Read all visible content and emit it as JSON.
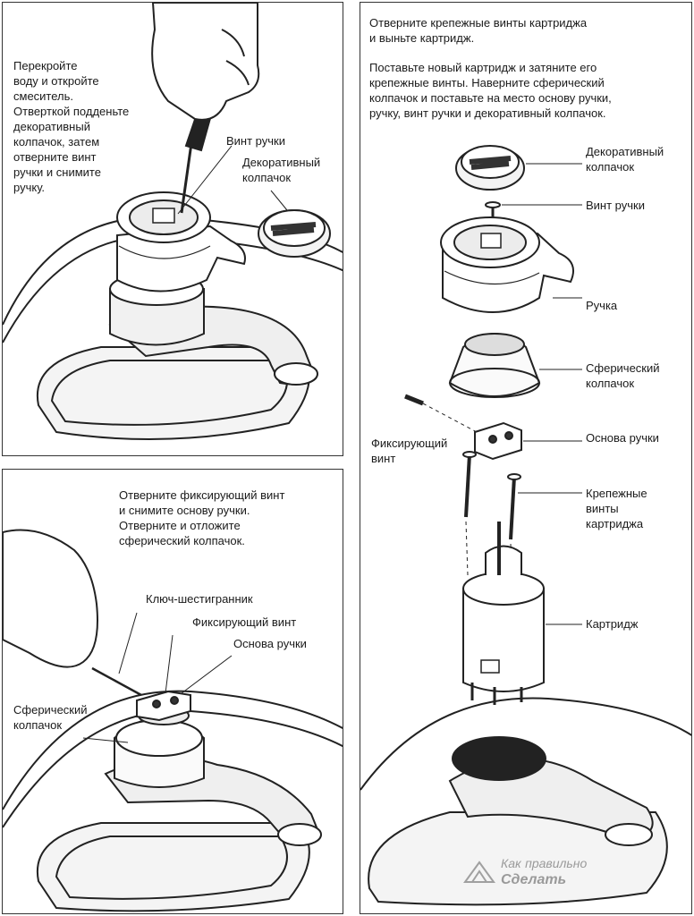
{
  "panel1": {
    "instruction": "Перекройте\nводу и откройте\nсмеситель.\nОтверткой подденьте\nдекоративный\nколпачок, затем\nотверните винт\nручки и снимите\nручку.",
    "label_screw": "Винт ручки",
    "label_cap": "Декоративный\nколпачок"
  },
  "panel2": {
    "instruction": "Отверните фиксирующий винт\nи снимите основу ручки.\nОтверните и отложите\nсферический колпачок.",
    "label_hex_key": "Ключ-шестигранник",
    "label_set_screw": "Фиксирующий винт",
    "label_handle_base": "Основа ручки",
    "label_sphere_cap": "Сферический\nколпачок"
  },
  "panel3": {
    "instruction_1": "Отверните крепежные винты картриджа\nи выньте картридж.",
    "instruction_2": "Поставьте новый картридж и затяните его\nкрепежные винты. Наверните сферический\nколпачок и поставьте на место основу ручки,\nручку, винт ручки и декоративный колпачок.",
    "label_decor_cap": "Декоративный\nколпачок",
    "label_handle_screw": "Винт ручки",
    "label_handle": "Ручка",
    "label_sphere_cap": "Сферический\nколпачок",
    "label_handle_base": "Основа ручки",
    "label_set_screw": "Фиксирующий\nвинт",
    "label_mount_screws": "Крепежные\nвинты\nкартриджа",
    "label_cartridge": "Картридж"
  },
  "watermark": {
    "word1": "Как",
    "word2": "правильно",
    "word3": "Сделать"
  }
}
